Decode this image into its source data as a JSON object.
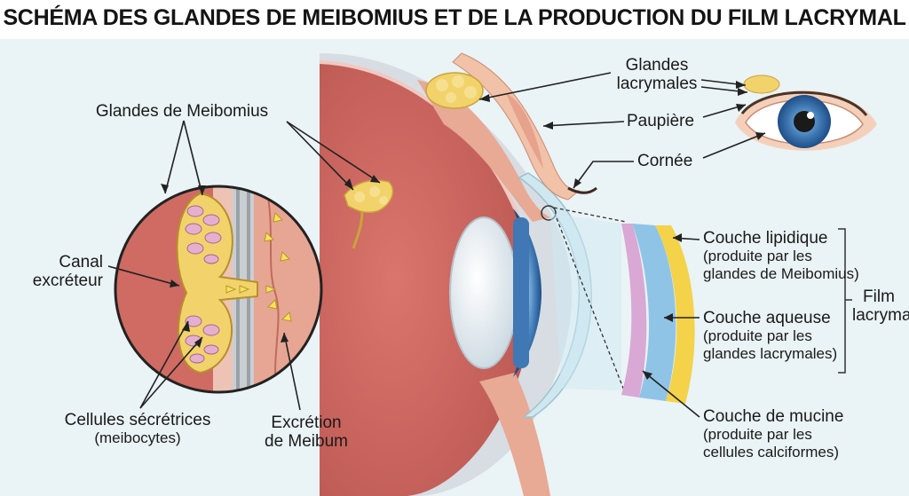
{
  "title": "SCHÉMA DES GLANDES DE MEIBOMIUS ET DE LA PRODUCTION DU FILM LACRYMAL",
  "labels": {
    "glandes_meibomius": "Glandes de Meibomius",
    "canal_line1": "Canal",
    "canal_line2": "excréteur",
    "cellules_line1": "Cellules sécrétrices",
    "cellules_line2": "(meibocytes)",
    "excretion_line1": "Excrétion",
    "excretion_line2": "de Meibum",
    "glandes_lacrymales_line1": "Glandes",
    "glandes_lacrymales_line2": "lacrymales",
    "paupiere": "Paupière",
    "cornee": "Cornée",
    "film_line1": "Film",
    "film_line2": "lacrymal"
  },
  "layers": [
    {
      "name": "Couche lipidique",
      "source_line1": "(produite par les",
      "source_line2": "glandes de Meibomius)"
    },
    {
      "name": "Couche aqueuse",
      "source_line1": "(produite par les",
      "source_line2": "glandes lacrymales)"
    },
    {
      "name": "Couche de mucine",
      "source_line1": "(produite par les",
      "source_line2": "cellules calciformes)"
    }
  ],
  "colors": {
    "background_panel": "#eaf3f5",
    "gland_yellow": "#f2d36b",
    "tissue_red": "#c9605a",
    "iris_blue": "#3f78b4",
    "lipid_layer": "#f4d24a",
    "aqueous_layer": "#8fc4e6",
    "mucin_layer": "#d9a8d4"
  }
}
